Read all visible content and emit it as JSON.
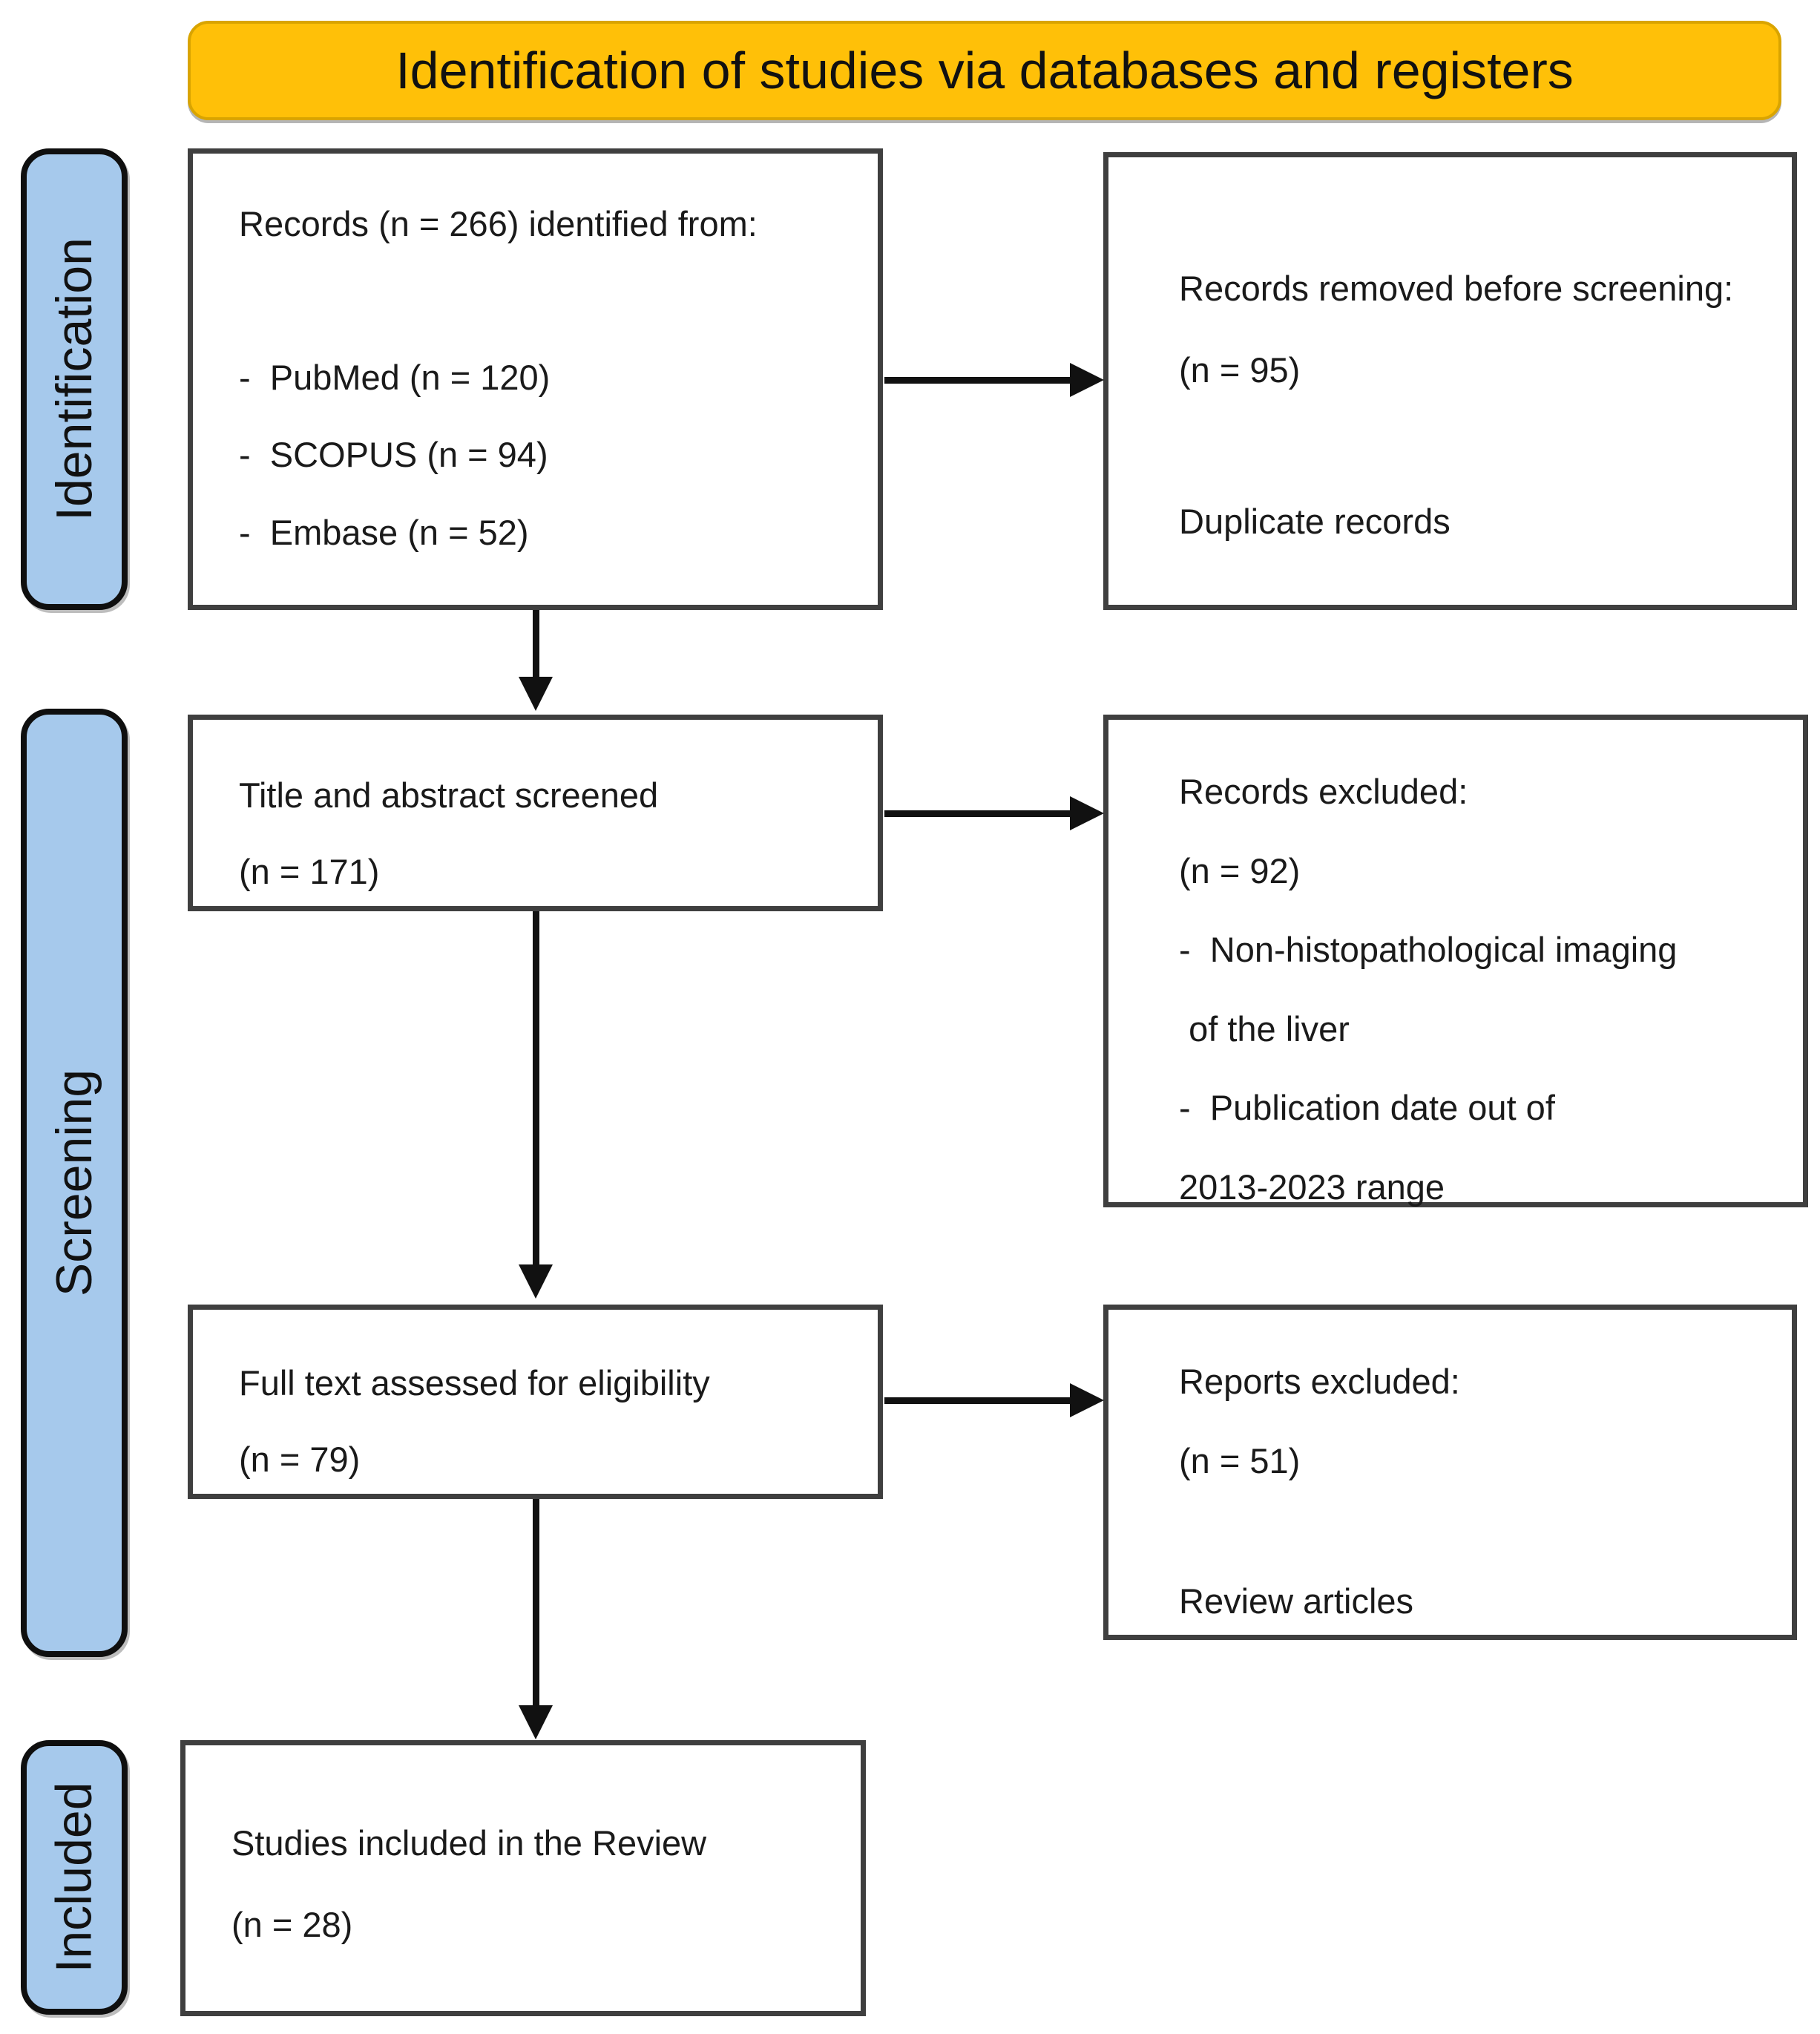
{
  "banner": {
    "title": "Identification of studies via databases and registers"
  },
  "stages": {
    "identification": "Identification",
    "screening": "Screening",
    "included": "Included"
  },
  "boxes": {
    "records_identified": {
      "title": "Records (n = 266) identified from:",
      "items": [
        "-  PubMed (n = 120)",
        "-  SCOPUS (n = 94)",
        "-  Embase (n = 52)"
      ]
    },
    "records_removed": {
      "title": "Records removed before screening:",
      "count": "(n = 95)",
      "reason": "Duplicate records"
    },
    "title_abstract_screened": {
      "title": "Title and abstract screened",
      "count": "(n = 171)"
    },
    "records_excluded": {
      "title": "Records excluded:",
      "count": "(n = 92)",
      "reasons": [
        "-  Non-histopathological imaging",
        " of the liver",
        "-  Publication date out of",
        "2013-2023 range"
      ]
    },
    "full_text_assessed": {
      "title": "Full text assessed for eligibility",
      "count": "(n = 79)"
    },
    "reports_excluded": {
      "title": "Reports excluded:",
      "count": "(n = 51)",
      "reason": "Review articles"
    },
    "studies_included": {
      "title": "Studies included in the Review",
      "count": "(n = 28)"
    }
  },
  "colors": {
    "banner_fill": "#FFC008",
    "stage_fill": "#A6C9EC",
    "box_border": "#3F3F3F",
    "arrow": "#111111",
    "text": "#1A1A1A"
  }
}
